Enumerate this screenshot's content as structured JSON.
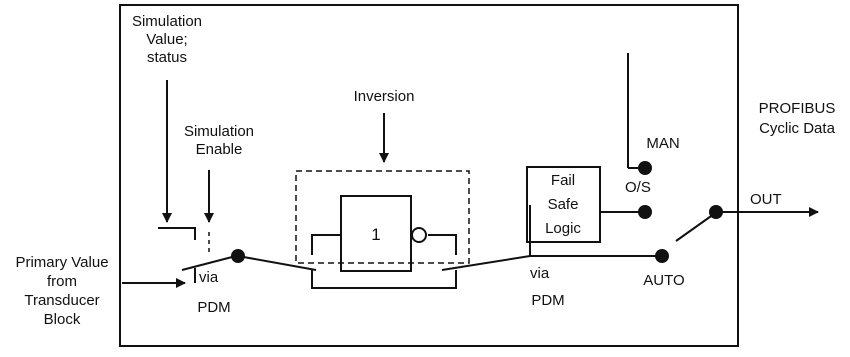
{
  "labels": {
    "sim_value_1": "Simulation",
    "sim_value_2": "Value;",
    "sim_value_3": "status",
    "sim_enable_1": "Simulation",
    "sim_enable_2": "Enable",
    "inversion": "Inversion",
    "inverter": "1",
    "primary_1": "Primary Value",
    "primary_2": "from",
    "primary_3": "Transducer",
    "primary_4": "Block",
    "via_1": "via",
    "pdm_1": "PDM",
    "via_2": "via",
    "pdm_2": "PDM",
    "fail_1": "Fail",
    "fail_2": "Safe",
    "fail_3": "Logic",
    "man": "MAN",
    "os": "O/S",
    "auto": "AUTO",
    "out": "OUT",
    "profibus_1": "PROFIBUS",
    "profibus_2": "Cyclic Data"
  },
  "colors": {
    "line": "#111111",
    "background": "#ffffff"
  }
}
